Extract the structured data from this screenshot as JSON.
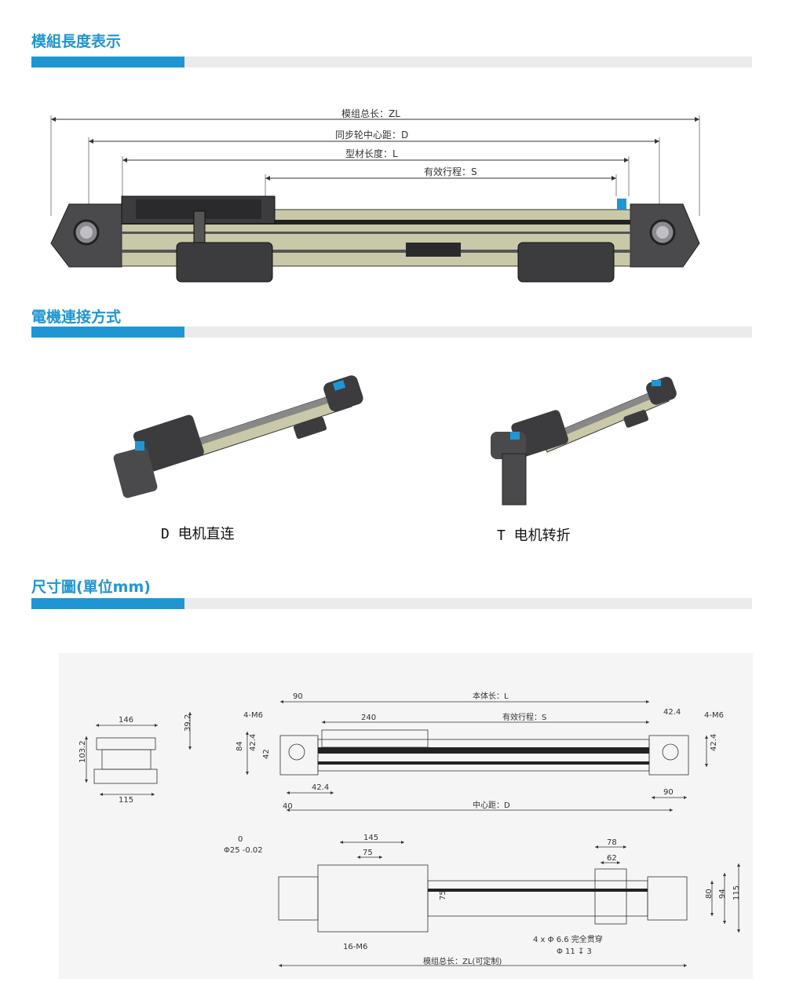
{
  "sections": {
    "length": {
      "title": "模組長度表示"
    },
    "motor": {
      "title": "電機連接方式"
    },
    "dims": {
      "title": "尺寸圖(單位mm)"
    }
  },
  "length_diagram": {
    "zl_label": "模组总长：ZL",
    "d_label": "同步轮中心距：D",
    "l_label": "型材长度：L",
    "s_label": "有效行程：S"
  },
  "motor_options": {
    "direct": "D  电机直连",
    "turn": "T  电机转折"
  },
  "dims_drawing": {
    "end_view": {
      "w146": "146",
      "h39_2": "39.2",
      "h103_2": "103.2",
      "w115": "115"
    },
    "top_view": {
      "d90": "90",
      "body_len": "本体长：L",
      "d240": "240",
      "stroke": "有效行程：S",
      "d42_4_r": "42.4",
      "m6_l": "4-M6",
      "m6_r": "4-M6",
      "d84": "84",
      "d42_4_v": "42.4",
      "d42": "42",
      "d42_4_b": "42.4",
      "d90_b": "90",
      "d40": "40",
      "center": "中心距：D",
      "d42_4_rv": "42.4"
    },
    "side_view": {
      "d0": "0",
      "dia25": "Φ25 -0.02",
      "d145": "145",
      "d75": "75",
      "d78": "78",
      "d62": "62",
      "d75v": "75",
      "d16m6": "16-M6",
      "holes1": "4 x Φ 6.6 完全贯穿",
      "holes2": "Φ 11 ↧ 3",
      "total": "模组总长：ZL(可定制)",
      "d80": "80",
      "d94": "94",
      "d115": "115"
    }
  }
}
